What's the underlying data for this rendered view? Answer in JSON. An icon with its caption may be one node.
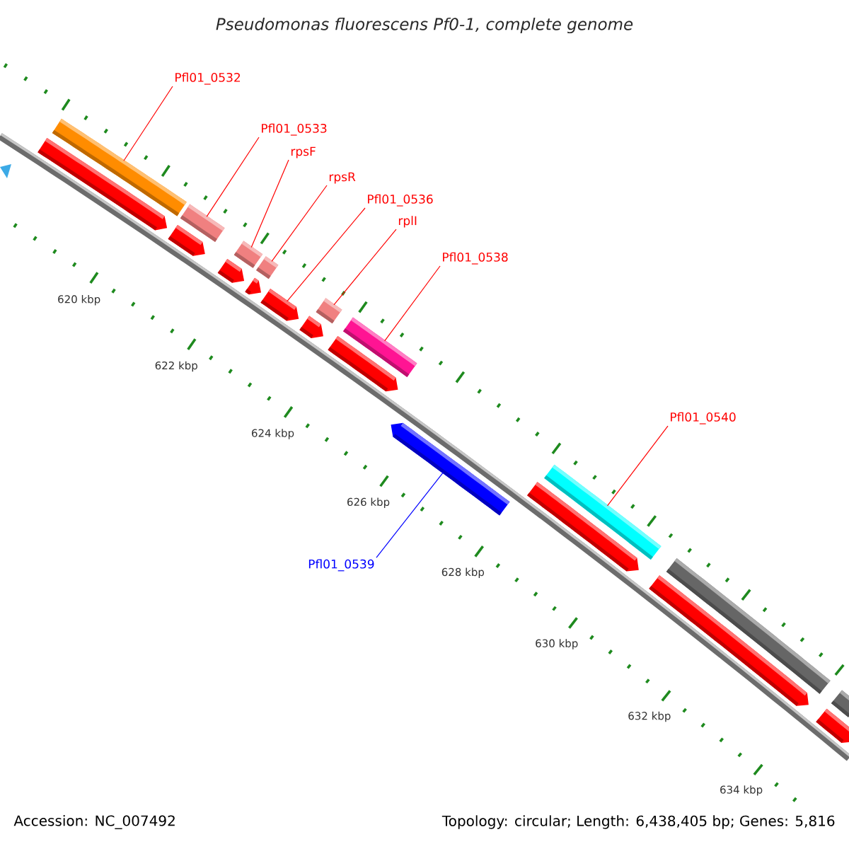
{
  "diagram": {
    "title": "Pseudomonas fluorescens Pf0-1, complete genome",
    "nodes": [
      {
        "text": [
          "Pfl01_0532"
        ]
      },
      {
        "text": [
          "Pfl01_0533"
        ]
      },
      {
        "text": [
          "rpsF"
        ]
      },
      {
        "text": [
          "rpsR"
        ]
      },
      {
        "text": [
          "Pfl01_0536"
        ]
      },
      {
        "text": [
          "rplI"
        ]
      },
      {
        "text": [
          "Pfl01_0538"
        ]
      },
      {
        "text": [
          "Pfl01_0540"
        ]
      },
      {
        "text": [
          "Pfl01_0539"
        ]
      },
      {
        "text": [],
        "shape": "arrow"
      },
      {
        "text": [],
        "shape": "bar"
      },
      {
        "text": [],
        "shape": "bar"
      },
      {
        "text": [],
        "shape": "arrow"
      },
      {
        "text": [],
        "shape": "arrow"
      },
      {
        "text": [],
        "shape": "bar"
      },
      {
        "text": [],
        "shape": "bar"
      },
      {
        "text": [],
        "shape": "arrow"
      },
      {
        "text": [],
        "shape": "arrow"
      },
      {
        "text": [],
        "shape": "arrow"
      },
      {
        "text": [],
        "shape": "bar"
      },
      {
        "text": [],
        "shape": "arrow"
      },
      {
        "text": [],
        "shape": "bar"
      },
      {
        "text": [],
        "shape": "arrow"
      },
      {
        "text": [],
        "shape": "arrow"
      },
      {
        "text": [],
        "shape": "bar"
      },
      {
        "text": [],
        "shape": "arrow"
      },
      {
        "text": [],
        "shape": "bar"
      },
      {
        "text": [],
        "shape": "bar"
      },
      {
        "text": [],
        "shape": "arrow"
      }
    ],
    "edges": [
      {
        "from": 0,
        "to": 10,
        "arrow": "none"
      },
      {
        "from": 1,
        "to": 11,
        "arrow": "none"
      },
      {
        "from": 2,
        "to": 14,
        "arrow": "none"
      },
      {
        "from": 3,
        "to": 15,
        "arrow": "none"
      },
      {
        "from": 4,
        "to": 17,
        "arrow": "none"
      },
      {
        "from": 5,
        "to": 19,
        "arrow": "none"
      },
      {
        "from": 6,
        "to": 21,
        "arrow": "none"
      },
      {
        "from": 7,
        "to": 24,
        "arrow": "none"
      },
      {
        "from": 8,
        "to": 22,
        "arrow": "none",
        "color": "#0000ff"
      }
    ],
    "labels": [
      "620 kbp",
      "622 kbp",
      "624 kbp",
      "626 kbp",
      "628 kbp",
      "630 kbp",
      "632 kbp",
      "634 kbp",
      "Accession: NC_007492",
      "Topology: circular; Length: 6,438,405 bp; Genes: 5,816"
    ]
  }
}
